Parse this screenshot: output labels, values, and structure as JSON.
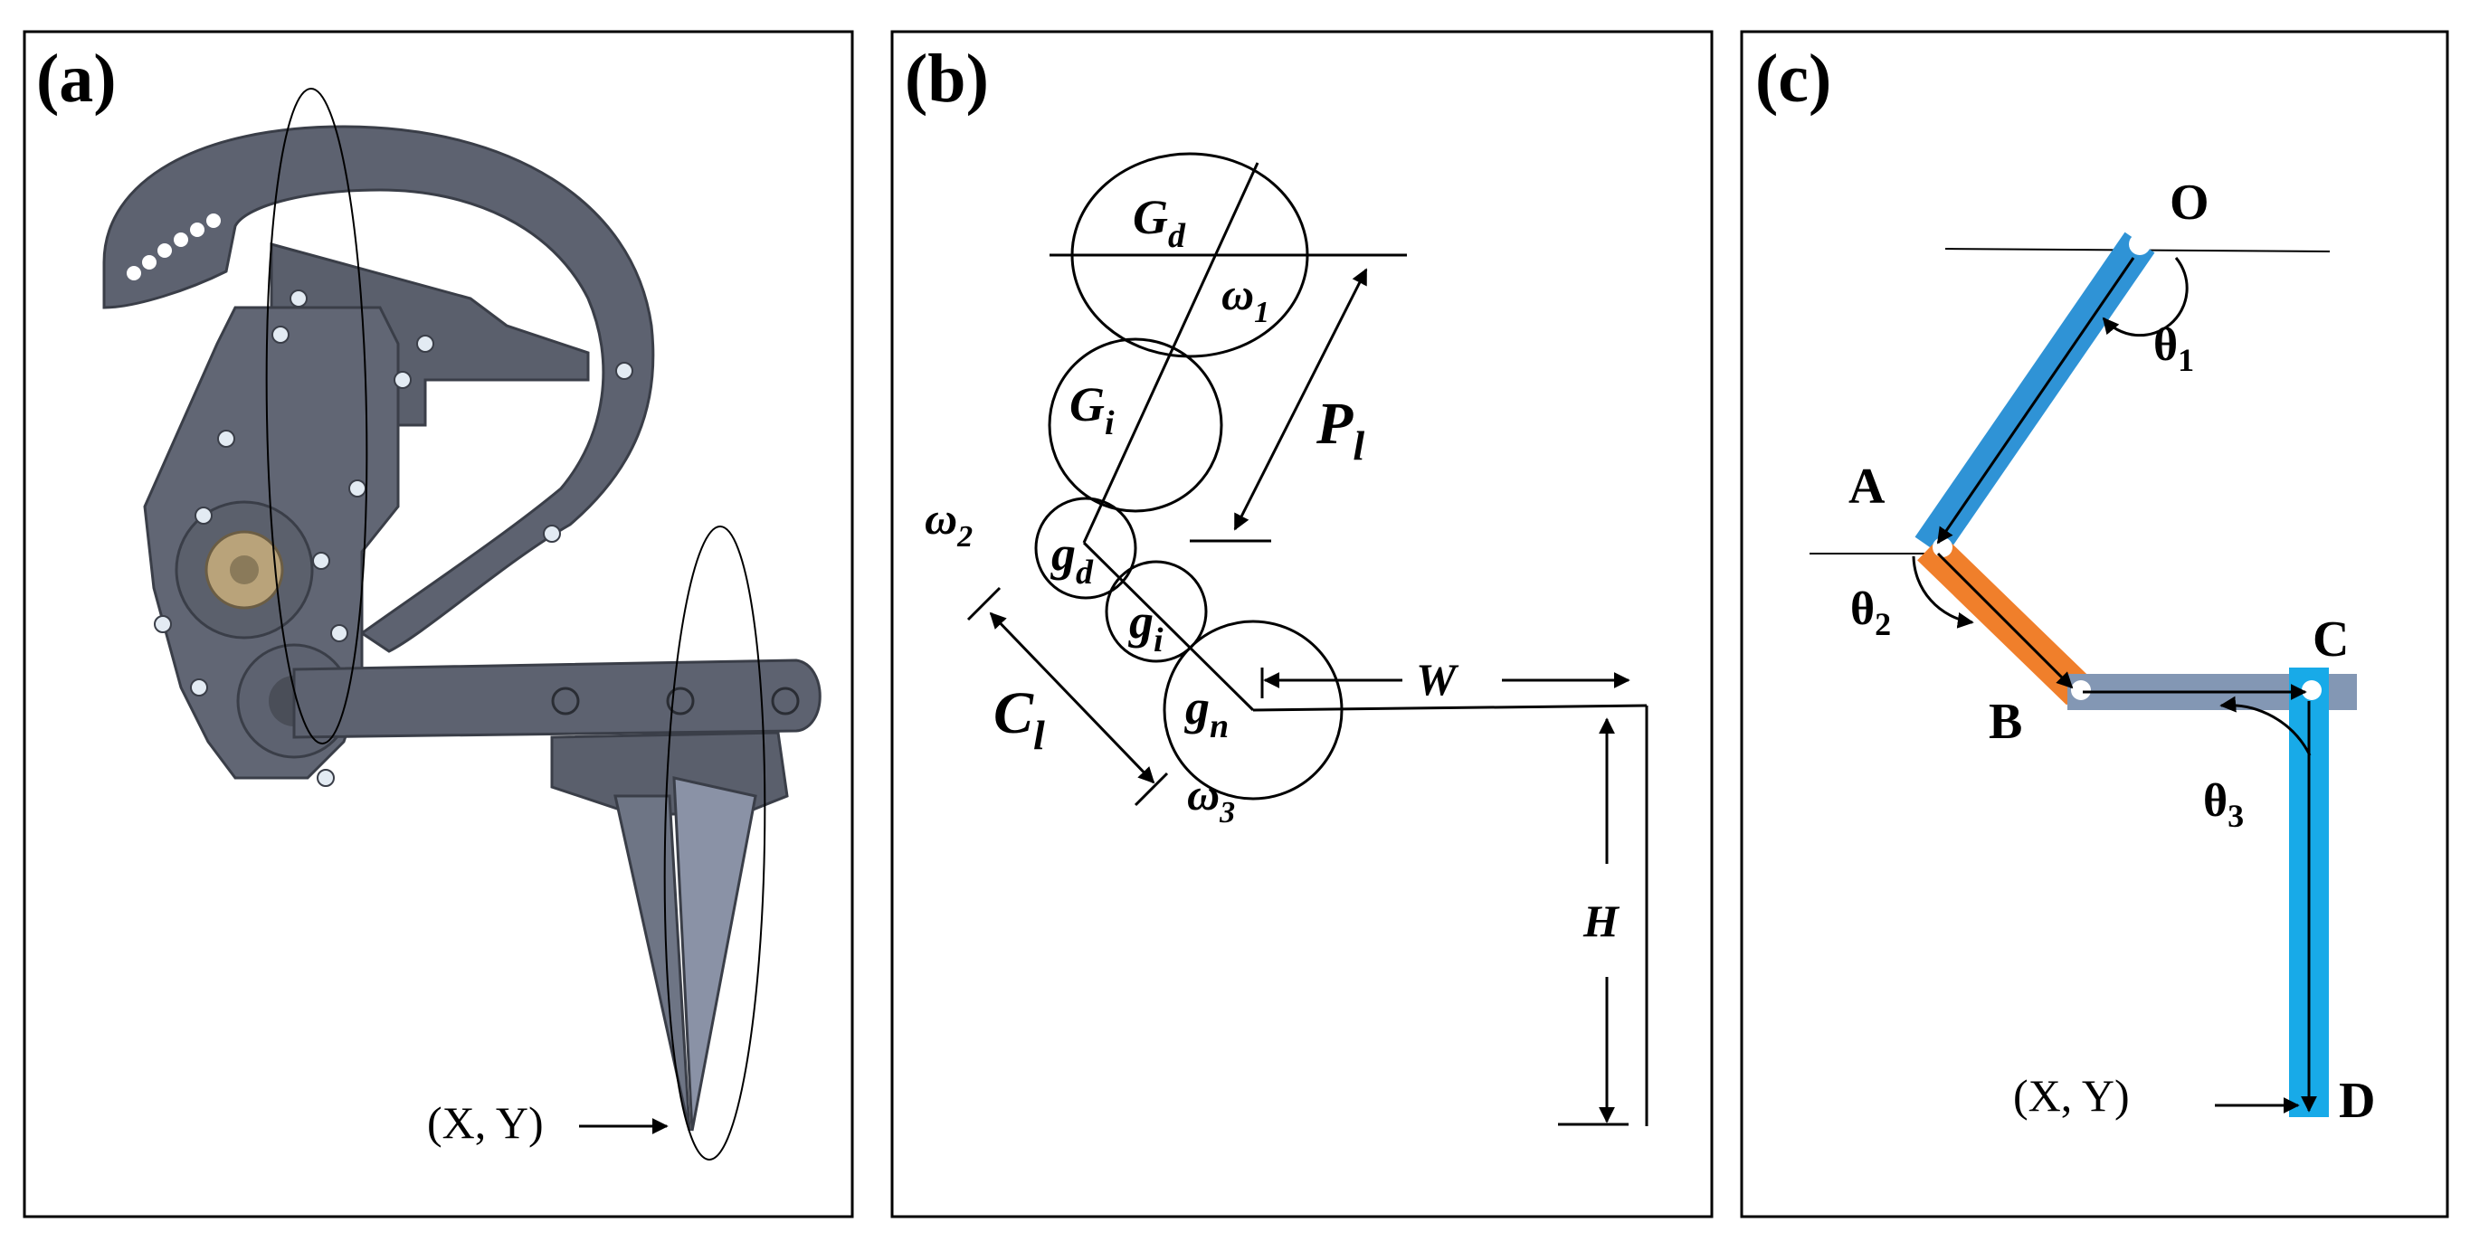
{
  "panels": {
    "a": {
      "label": "(a)",
      "end_point": "(X, Y)"
    },
    "b": {
      "label": "(b)",
      "gears": [
        {
          "name": "G",
          "sub": "d"
        },
        {
          "name": "G",
          "sub": "i"
        },
        {
          "name": "g",
          "sub": "d"
        },
        {
          "name": "g",
          "sub": "i"
        },
        {
          "name": "g",
          "sub": "n"
        }
      ],
      "omegas": [
        {
          "name": "ω",
          "sub": "1"
        },
        {
          "name": "ω",
          "sub": "2"
        },
        {
          "name": "ω",
          "sub": "3"
        }
      ],
      "P": {
        "name": "P",
        "sub": "l"
      },
      "C": {
        "name": "C",
        "sub": "l"
      },
      "W": "W",
      "H": "H"
    },
    "c": {
      "label": "(c)",
      "joints": [
        "O",
        "A",
        "B",
        "C",
        "D"
      ],
      "thetas": [
        {
          "name": "θ",
          "sub": "1"
        },
        {
          "name": "θ",
          "sub": "2"
        },
        {
          "name": "θ",
          "sub": "3"
        }
      ],
      "end_point": "(X, Y)"
    }
  },
  "colors": {
    "link_OA": "#2f93d6",
    "link_AB": "#f07f2b",
    "link_BC": "#8397b4",
    "link_CD": "#18aae8",
    "mechanism_body": "#5d6270",
    "mechanism_edge": "#3a3e48",
    "gear_gold": "#b9a37a"
  }
}
